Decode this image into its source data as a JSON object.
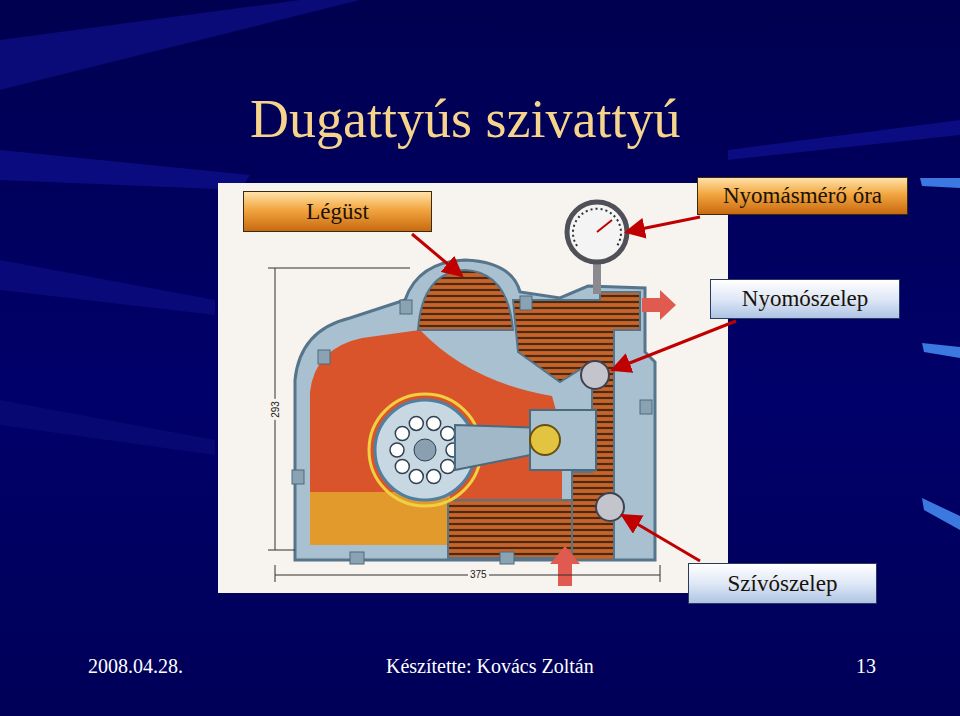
{
  "diagram": {
    "title": "Dugattyús szivattyú",
    "nodes": [
      {
        "text": [
          "Légüst"
        ]
      },
      {
        "text": [
          "Nyomásmérő óra"
        ]
      },
      {
        "text": [
          "Nyomószelep"
        ]
      },
      {
        "text": [
          "Szívószelep"
        ]
      }
    ],
    "labels": [
      "293",
      "375",
      "2008.04.28.",
      "Készítette: Kovács Zoltán",
      "13"
    ]
  }
}
